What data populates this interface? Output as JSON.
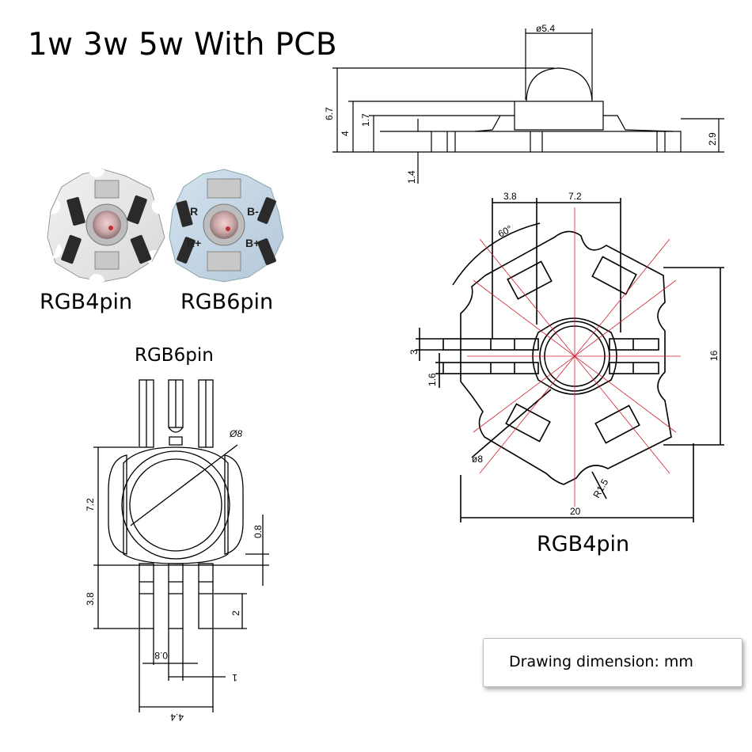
{
  "title": "1w 3w 5w With PCB",
  "photos": {
    "rgb4_label": "RGB4pin",
    "rgb6_label": "RGB6pin",
    "rgb6_marks": {
      "r": "R",
      "b_minus": "B-",
      "r_plus": "R+",
      "b_plus": "B+"
    }
  },
  "side_view": {
    "dia": "ø5.4",
    "h_total": "6.7",
    "h_base": "4",
    "h_pin": "1.7",
    "h_board": "1.4",
    "h_right": "2.9"
  },
  "rgb6_drawing": {
    "label": "RGB6pin",
    "dia": "Ø8",
    "height": "7.2",
    "lead_len": "3.8",
    "ring": "0.8",
    "pad": "2",
    "pitch": "0.8",
    "gap": "1",
    "width": "4.4"
  },
  "rgb4_drawing": {
    "label": "RGB4pin",
    "w1": "3.8",
    "w2": "7.2",
    "angle": "60°",
    "lead_h": "3",
    "lead_w": "1.6",
    "height": "16",
    "dia": "ø8",
    "radius": "R1.5",
    "width": "20"
  },
  "note": "Drawing dimension: mm",
  "colors": {
    "line": "#000000",
    "center": "#d02030",
    "board": "#ffffff"
  }
}
